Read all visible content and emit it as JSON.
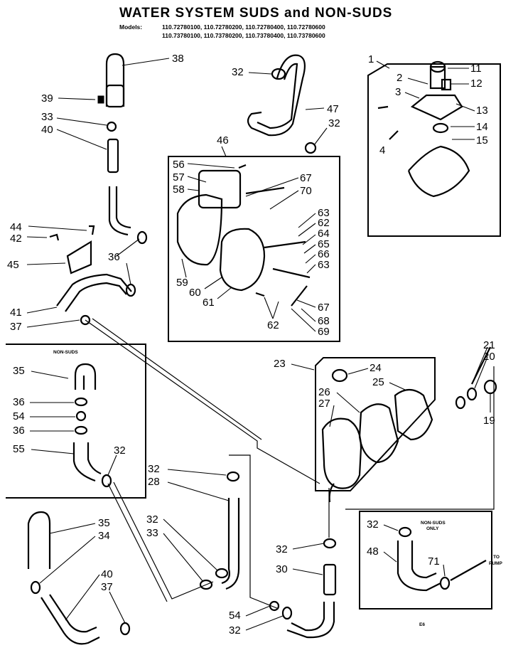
{
  "title": "WATER SYSTEM SUDS and NON-SUDS",
  "models": {
    "label": "Models:",
    "line1": "110.72780100, 110.72780200, 110.72780400, 110.72780600",
    "line2": "110.73780100, 110.73780200, 110.73780400, 110.73780600"
  },
  "labels": {
    "non_suds_box": "NON-SUDS",
    "non_suds_only_1": "NON-SUDS",
    "non_suds_only_2": "ONLY",
    "to_pump_1": "TO",
    "to_pump_2": "PUMP",
    "footer_code": "E6"
  },
  "callouts": {
    "c1": "1",
    "c2": "2",
    "c3": "3",
    "c4": "4",
    "c11": "11",
    "c12": "12",
    "c13": "13",
    "c14": "14",
    "c15": "15",
    "c19": "19",
    "c20": "20",
    "c21": "21",
    "c23": "23",
    "c24": "24",
    "c25": "25",
    "c26": "26",
    "c27": "27",
    "c28": "28",
    "c30": "30",
    "c32": "32",
    "c33": "33",
    "c34": "34",
    "c35": "35",
    "c36": "36",
    "c37": "37",
    "c38": "38",
    "c39": "39",
    "c40": "40",
    "c41": "41",
    "c42": "42",
    "c44": "44",
    "c45": "45",
    "c46": "46",
    "c47": "47",
    "c48": "48",
    "c54": "54",
    "c55": "55",
    "c56": "56",
    "c57": "57",
    "c58": "58",
    "c59": "59",
    "c60": "60",
    "c61": "61",
    "c62": "62",
    "c63": "63",
    "c64": "64",
    "c65": "65",
    "c66": "66",
    "c67": "67",
    "c68": "68",
    "c69": "69",
    "c70": "70",
    "c71": "71"
  }
}
